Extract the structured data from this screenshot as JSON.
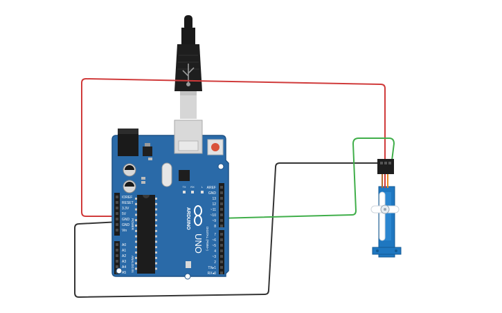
{
  "board": {
    "brand": "ARDUINO",
    "model": "UNO",
    "section_digital": "DIGITAL (PWM~)",
    "section_power": "POWER",
    "section_analog": "ANALOG IN",
    "led_tx": "TX",
    "led_rx": "RX",
    "led_l": "L",
    "digital_pins": [
      "AREF",
      "GND",
      "13",
      "12",
      "~11",
      "~10",
      "~9",
      "8",
      "7",
      "~6",
      "~5",
      "4",
      "~3",
      "2",
      "TX▸1",
      "RX◂0"
    ],
    "power_pins": [
      "IOREF",
      "RESET",
      "3.3V",
      "5V",
      "GND",
      "GND",
      "Vin"
    ],
    "analog_pins": [
      "A0",
      "A1",
      "A2",
      "A3",
      "A4",
      "A5"
    ]
  },
  "wires": [
    {
      "name": "red-5v-wire",
      "color": "#d03a3a"
    },
    {
      "name": "black-gnd-wire",
      "color": "#333333"
    },
    {
      "name": "green-signal-wire",
      "color": "#3fae49"
    }
  ],
  "colors": {
    "board": "#2a6aa8",
    "board_edge": "#1f5285",
    "servo": "#1f77c0",
    "usb_cable": "#1a1a1a",
    "header": "#1c1c1c"
  }
}
